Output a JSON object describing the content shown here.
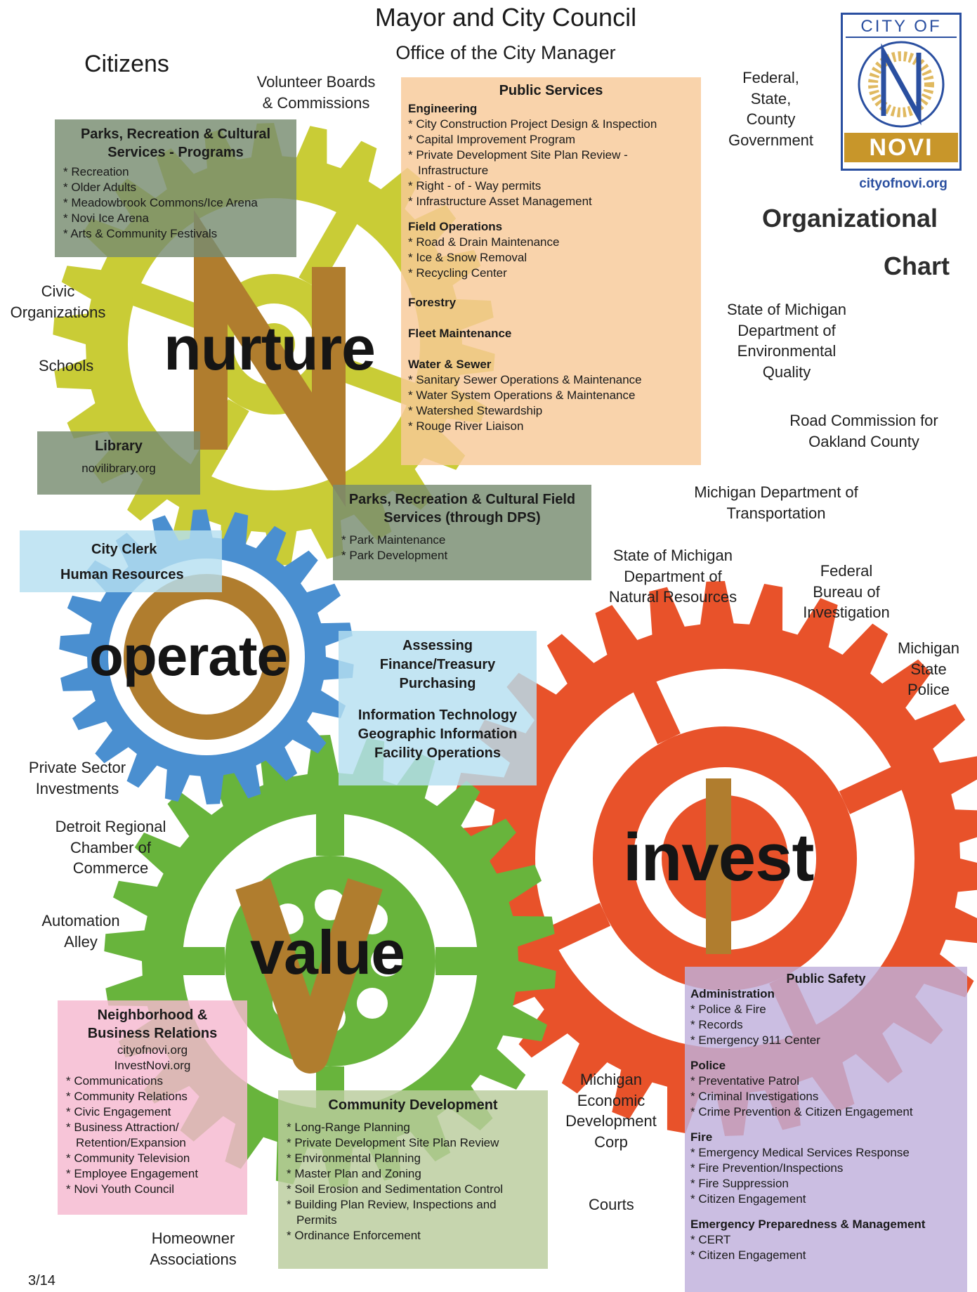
{
  "header": {
    "title": "Mayor and City Council",
    "subtitle": "Office of the City Manager"
  },
  "logo": {
    "top_text": "CITY OF",
    "name": "NOVI",
    "url": "cityofnovi.org",
    "colors": {
      "frame": "#2a4fa0",
      "name_bg": "#c8962a"
    }
  },
  "chart_title": {
    "line1": "Organizational",
    "line2": "Chart"
  },
  "external": {
    "citizens": "Citizens",
    "volunteer_boards": [
      "Volunteer Boards",
      "& Commissions"
    ],
    "civic_orgs": [
      "Civic",
      "Organizations"
    ],
    "schools": "Schools",
    "federal_state": [
      "Federal,",
      "State,",
      "County",
      "Government"
    ],
    "mi_deq": [
      "State of Michigan",
      "Department of",
      "Environmental",
      "Quality"
    ],
    "road_commission": [
      "Road Commission for",
      "Oakland County"
    ],
    "mdot": [
      "Michigan Department of",
      "Transportation"
    ],
    "mi_dnr": [
      "State of Michigan",
      "Department of",
      "Natural Resources"
    ],
    "fbi": [
      "Federal",
      "Bureau of",
      "Investigation"
    ],
    "msp": [
      "Michigan",
      "State",
      "Police"
    ],
    "private_sector": [
      "Private Sector",
      "Investments"
    ],
    "detroit_chamber": [
      "Detroit Regional",
      "Chamber of",
      "Commerce"
    ],
    "automation_alley": [
      "Automation",
      "Alley"
    ],
    "medc": [
      "Michigan",
      "Economic",
      "Development",
      "Corp"
    ],
    "courts": "Courts",
    "homeowner": [
      "Homeowner",
      "Associations"
    ]
  },
  "gear_words": {
    "nurture": "nurture",
    "operate": "operate",
    "invest": "invest",
    "value": "value",
    "letter_n": "N",
    "letter_v": "V"
  },
  "colors": {
    "nurture_gear": "#c9cc36",
    "operate_gear": "#4a8fd0",
    "invest_gear": "#e8522a",
    "value_gear": "#68b43c",
    "letter_bronze": "#b07d2e",
    "panel_green_gray": "#7d8f73",
    "panel_peach": "#f8c998",
    "panel_light_blue": "#b6dff0",
    "panel_pink": "#f5b8cf",
    "panel_sage": "#b9cc9c",
    "panel_lavender": "#c0b0dc"
  },
  "panels": {
    "parks_programs": {
      "title": "Parks, Recreation & Cultural Services - Programs",
      "items": [
        "Recreation",
        "Older Adults",
        "Meadowbrook Commons/Ice Arena",
        "Novi Ice Arena",
        "Arts & Community Festivals"
      ]
    },
    "public_services": {
      "title": "Public Services",
      "sections": [
        {
          "heading": "Engineering",
          "items": [
            "City Construction Project Design & Inspection",
            "Capital Improvement Program",
            "Private Development Site Plan Review - Infrastructure",
            "Right - of - Way permits",
            "Infrastructure Asset Management"
          ]
        },
        {
          "heading": "Field Operations",
          "items": [
            "Road & Drain Maintenance",
            "Ice & Snow Removal",
            "Recycling Center"
          ]
        },
        {
          "heading": "Forestry",
          "items": []
        },
        {
          "heading": "Fleet Maintenance",
          "items": []
        },
        {
          "heading": "Water & Sewer",
          "items": [
            "Sanitary Sewer Operations & Maintenance",
            "Water System Operations & Maintenance",
            "Watershed Stewardship",
            "Rouge River Liaison"
          ]
        }
      ]
    },
    "library": {
      "title": "Library",
      "url": "novilibrary.org"
    },
    "parks_field": {
      "title": "Parks, Recreation & Cultural Field Services (through DPS)",
      "items": [
        "Park Maintenance",
        "Park Development"
      ]
    },
    "clerk_hr": {
      "line1": "City Clerk",
      "line2": "Human Resources"
    },
    "finance_it": {
      "lines1": [
        "Assessing",
        "Finance/Treasury",
        "Purchasing"
      ],
      "lines2": [
        "Information Technology",
        "Geographic Information",
        "Facility Operations"
      ]
    },
    "neighborhood": {
      "title": "Neighborhood & Business Relations",
      "urls": [
        "cityofnovi.org",
        "InvestNovi.org"
      ],
      "items": [
        "Communications",
        "Community Relations",
        "Civic Engagement",
        "Business Attraction/ Retention/Expansion",
        "Community Television",
        "Employee Engagement",
        "Novi Youth Council"
      ]
    },
    "community_dev": {
      "title": "Community Development",
      "items": [
        "Long-Range Planning",
        "Private Development Site Plan Review",
        "Environmental Planning",
        "Master Plan and Zoning",
        "Soil Erosion and Sedimentation Control",
        "Building Plan Review, Inspections and Permits",
        "Ordinance Enforcement"
      ]
    },
    "public_safety": {
      "title": "Public Safety",
      "sections": [
        {
          "heading": "Administration",
          "items": [
            "Police & Fire",
            "Records",
            "Emergency 911 Center"
          ]
        },
        {
          "heading": "Police",
          "items": [
            "Preventative Patrol",
            "Criminal Investigations",
            "Crime Prevention & Citizen Engagement"
          ]
        },
        {
          "heading": "Fire",
          "items": [
            "Emergency Medical Services Response",
            "Fire Prevention/Inspections",
            "Fire Suppression",
            "Citizen Engagement"
          ]
        },
        {
          "heading": "Emergency Preparedness & Management",
          "items": [
            "CERT",
            "Citizen Engagement"
          ]
        }
      ]
    }
  },
  "footer": {
    "date": "3/14"
  }
}
